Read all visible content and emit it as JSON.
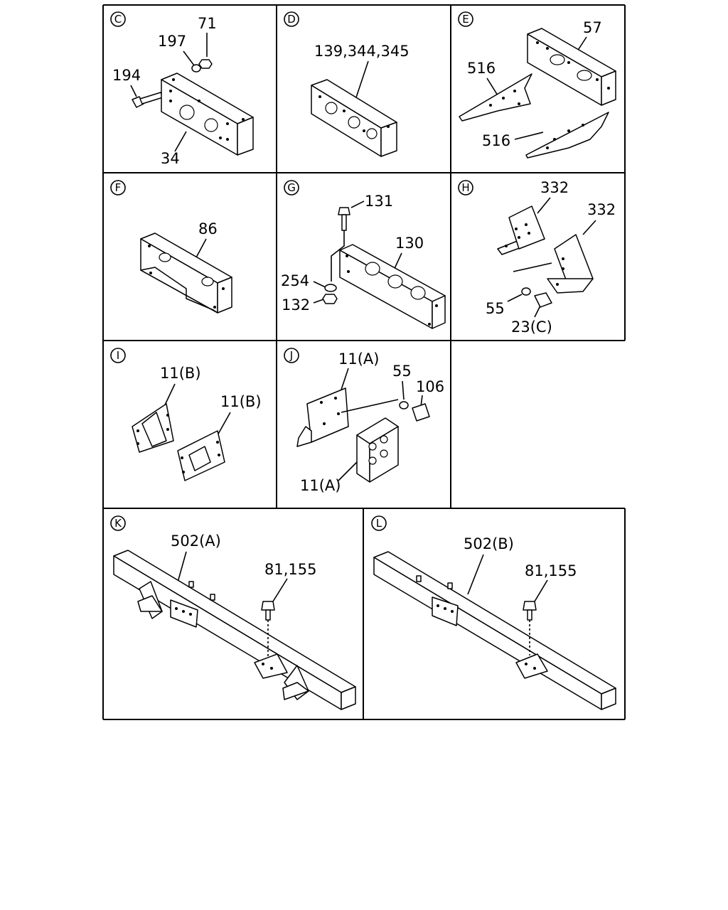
{
  "panels": [
    {
      "id": "C",
      "letter": "C",
      "labels": [
        "71",
        "197",
        "194",
        "34"
      ]
    },
    {
      "id": "D",
      "letter": "D",
      "labels": [
        "139,344,345"
      ]
    },
    {
      "id": "E",
      "letter": "E",
      "labels": [
        "57",
        "516",
        "516"
      ]
    },
    {
      "id": "F",
      "letter": "F",
      "labels": [
        "86"
      ]
    },
    {
      "id": "G",
      "letter": "G",
      "labels": [
        "131",
        "130",
        "254",
        "132"
      ]
    },
    {
      "id": "H",
      "letter": "H",
      "labels": [
        "332",
        "332",
        "55",
        "23(C)"
      ]
    },
    {
      "id": "I",
      "letter": "I",
      "labels": [
        "11(B)",
        "11(B)"
      ]
    },
    {
      "id": "J",
      "letter": "J",
      "labels": [
        "11(A)",
        "55",
        "106",
        "11(A)"
      ]
    },
    {
      "id": "K",
      "letter": "K",
      "labels": [
        "502(A)",
        "81,155"
      ]
    },
    {
      "id": "L",
      "letter": "L",
      "labels": [
        "502(B)",
        "81,155"
      ]
    }
  ]
}
